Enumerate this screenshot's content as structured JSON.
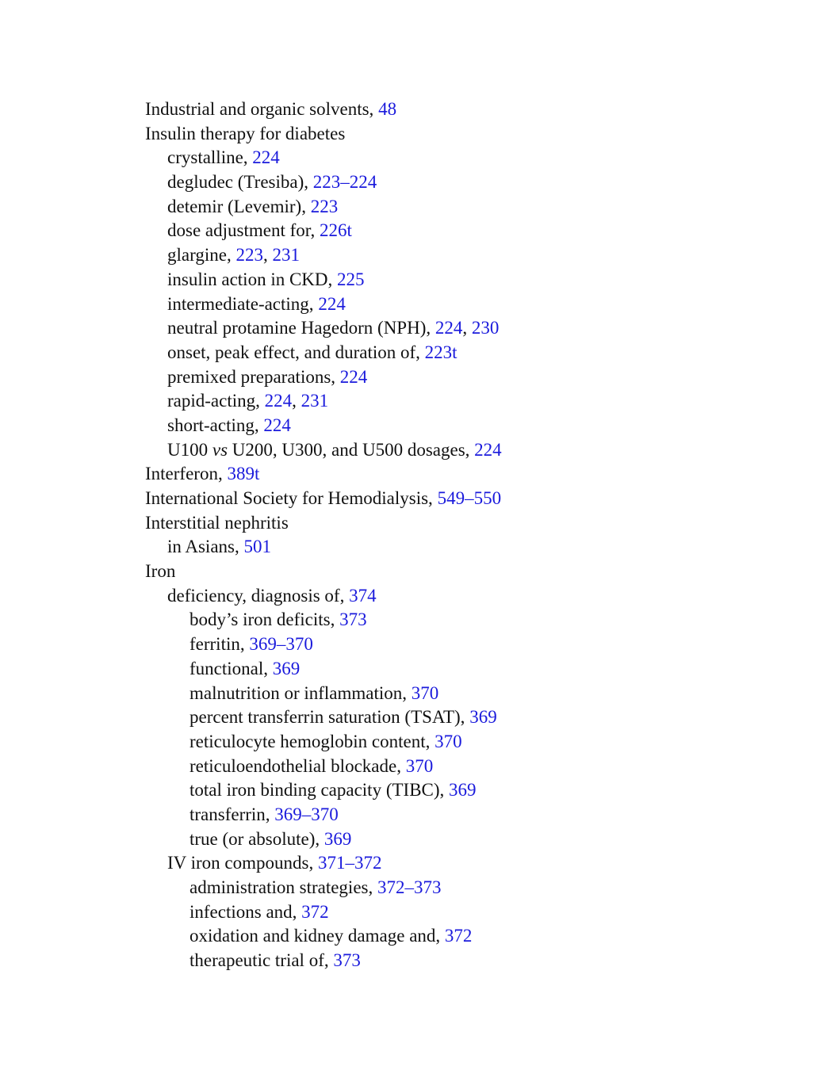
{
  "entries": [
    {
      "level": 0,
      "parts": [
        {
          "t": "Industrial and organic solvents, "
        },
        {
          "t": "48",
          "link": true
        }
      ]
    },
    {
      "level": 0,
      "parts": [
        {
          "t": "Insulin therapy for diabetes"
        }
      ]
    },
    {
      "level": 1,
      "parts": [
        {
          "t": "crystalline, "
        },
        {
          "t": "224",
          "link": true
        }
      ]
    },
    {
      "level": 1,
      "parts": [
        {
          "t": "degludec (Tresiba), "
        },
        {
          "t": "223–224",
          "link": true
        }
      ]
    },
    {
      "level": 1,
      "parts": [
        {
          "t": "detemir (Levemir), "
        },
        {
          "t": "223",
          "link": true
        }
      ]
    },
    {
      "level": 1,
      "parts": [
        {
          "t": "dose adjustment for, "
        },
        {
          "t": "226t",
          "link": true
        }
      ]
    },
    {
      "level": 1,
      "parts": [
        {
          "t": "glargine, "
        },
        {
          "t": "223",
          "link": true
        },
        {
          "t": ", "
        },
        {
          "t": "231",
          "link": true
        }
      ]
    },
    {
      "level": 1,
      "parts": [
        {
          "t": "insulin action in CKD, "
        },
        {
          "t": "225",
          "link": true
        }
      ]
    },
    {
      "level": 1,
      "parts": [
        {
          "t": "intermediate-acting, "
        },
        {
          "t": "224",
          "link": true
        }
      ]
    },
    {
      "level": 1,
      "parts": [
        {
          "t": "neutral protamine Hagedorn (NPH), "
        },
        {
          "t": "224",
          "link": true
        },
        {
          "t": ", "
        },
        {
          "t": "230",
          "link": true
        }
      ]
    },
    {
      "level": 1,
      "parts": [
        {
          "t": "onset, peak effect, and duration of, "
        },
        {
          "t": "223t",
          "link": true
        }
      ]
    },
    {
      "level": 1,
      "parts": [
        {
          "t": "premixed preparations, "
        },
        {
          "t": "224",
          "link": true
        }
      ]
    },
    {
      "level": 1,
      "parts": [
        {
          "t": "rapid-acting, "
        },
        {
          "t": "224",
          "link": true
        },
        {
          "t": ", "
        },
        {
          "t": "231",
          "link": true
        }
      ]
    },
    {
      "level": 1,
      "parts": [
        {
          "t": "short-acting, "
        },
        {
          "t": "224",
          "link": true
        }
      ]
    },
    {
      "level": 1,
      "parts": [
        {
          "t": "U100 "
        },
        {
          "t": "vs",
          "italic": true
        },
        {
          "t": " U200, U300, and U500 dosages, "
        },
        {
          "t": "224",
          "link": true
        }
      ]
    },
    {
      "level": 0,
      "parts": [
        {
          "t": "Interferon, "
        },
        {
          "t": "389t",
          "link": true
        }
      ]
    },
    {
      "level": 0,
      "parts": [
        {
          "t": "International Society for Hemodialysis, "
        },
        {
          "t": "549–550",
          "link": true
        }
      ]
    },
    {
      "level": 0,
      "parts": [
        {
          "t": "Interstitial nephritis"
        }
      ]
    },
    {
      "level": 1,
      "parts": [
        {
          "t": "in Asians, "
        },
        {
          "t": "501",
          "link": true
        }
      ]
    },
    {
      "level": 0,
      "parts": [
        {
          "t": "Iron"
        }
      ]
    },
    {
      "level": 1,
      "parts": [
        {
          "t": "deficiency, diagnosis of, "
        },
        {
          "t": "374",
          "link": true
        }
      ]
    },
    {
      "level": 2,
      "parts": [
        {
          "t": "body’s iron deficits, "
        },
        {
          "t": "373",
          "link": true
        }
      ]
    },
    {
      "level": 2,
      "parts": [
        {
          "t": "ferritin, "
        },
        {
          "t": "369–370",
          "link": true
        }
      ]
    },
    {
      "level": 2,
      "parts": [
        {
          "t": "functional, "
        },
        {
          "t": "369",
          "link": true
        }
      ]
    },
    {
      "level": 2,
      "parts": [
        {
          "t": "malnutrition or inflammation, "
        },
        {
          "t": "370",
          "link": true
        }
      ]
    },
    {
      "level": 2,
      "parts": [
        {
          "t": "percent transferrin saturation (TSAT), "
        },
        {
          "t": "369",
          "link": true
        }
      ]
    },
    {
      "level": 2,
      "parts": [
        {
          "t": "reticulocyte hemoglobin content, "
        },
        {
          "t": "370",
          "link": true
        }
      ]
    },
    {
      "level": 2,
      "parts": [
        {
          "t": "reticuloendothelial blockade, "
        },
        {
          "t": "370",
          "link": true
        }
      ]
    },
    {
      "level": 2,
      "parts": [
        {
          "t": "total iron binding capacity (TIBC), "
        },
        {
          "t": "369",
          "link": true
        }
      ]
    },
    {
      "level": 2,
      "parts": [
        {
          "t": "transferrin, "
        },
        {
          "t": "369–370",
          "link": true
        }
      ]
    },
    {
      "level": 2,
      "parts": [
        {
          "t": "true (or absolute), "
        },
        {
          "t": "369",
          "link": true
        }
      ]
    },
    {
      "level": 1,
      "parts": [
        {
          "t": "IV iron compounds, "
        },
        {
          "t": "371–372",
          "link": true
        }
      ]
    },
    {
      "level": 2,
      "parts": [
        {
          "t": "administration strategies, "
        },
        {
          "t": "372–373",
          "link": true
        }
      ]
    },
    {
      "level": 2,
      "parts": [
        {
          "t": "infections and, "
        },
        {
          "t": "372",
          "link": true
        }
      ]
    },
    {
      "level": 2,
      "parts": [
        {
          "t": "oxidation and kidney damage and, "
        },
        {
          "t": "372",
          "link": true
        }
      ]
    },
    {
      "level": 2,
      "parts": [
        {
          "t": "therapeutic trial of, "
        },
        {
          "t": "373",
          "link": true
        }
      ]
    }
  ]
}
